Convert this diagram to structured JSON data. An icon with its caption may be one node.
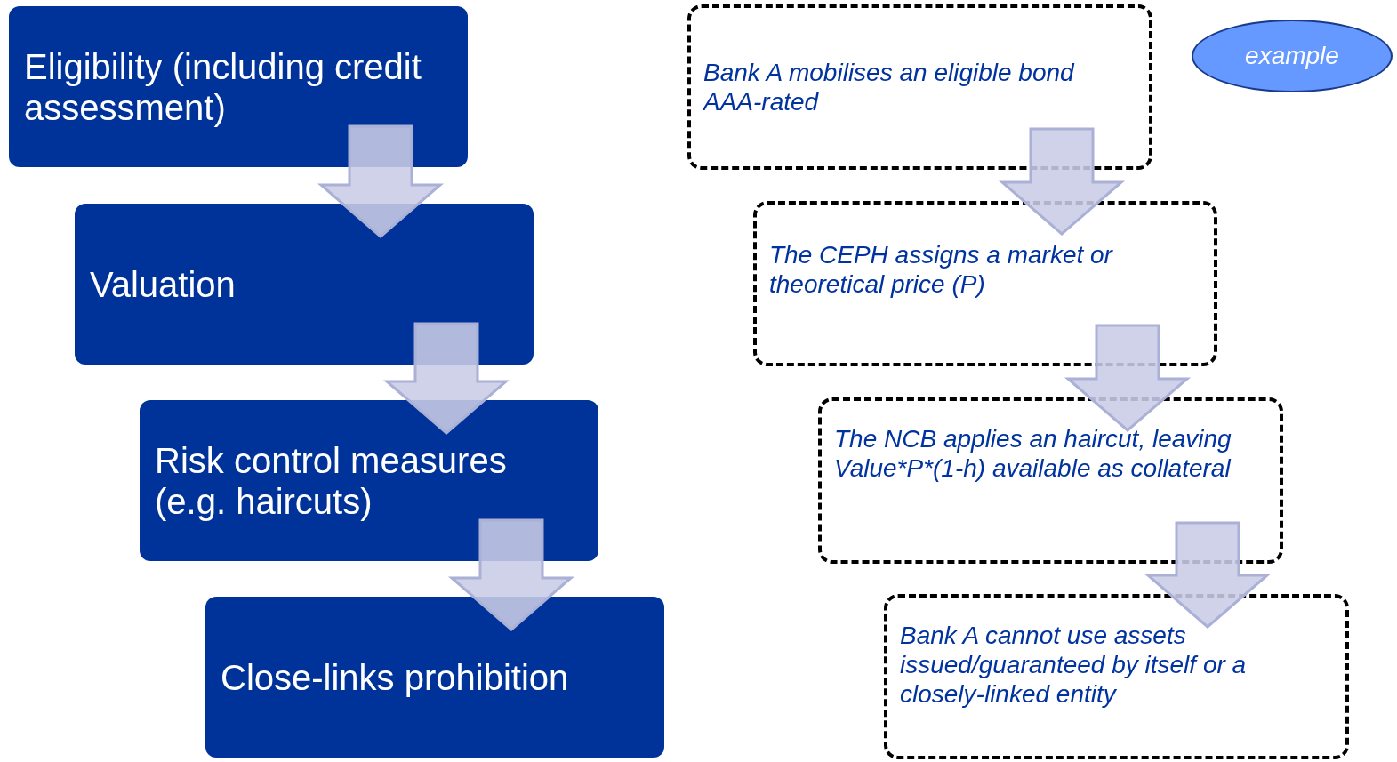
{
  "diagram": {
    "nodes": [
      {
        "text": [
          "Eligibility (including credit assessment)"
        ]
      },
      {
        "text": [
          "Valuation"
        ]
      },
      {
        "text": [
          "Risk control measures (e.g. haircuts)"
        ]
      },
      {
        "text": [
          "Close-links prohibition"
        ]
      },
      {
        "text": [
          "Bank A mobilises an eligible bond AAA-rated"
        ]
      },
      {
        "text": [
          "The CEPH assigns a market or theoretical price (P)"
        ]
      },
      {
        "text": [
          "The NCB applies an haircut, leaving Value*P*(1-h) available as collateral"
        ]
      },
      {
        "text": [
          "Bank A cannot use assets issued/guaranteed by itself or a closely-linked entity"
        ]
      },
      {
        "text": [
          "example"
        ]
      }
    ],
    "edges": [
      {
        "from": 0,
        "to": 1,
        "arrow": "to"
      },
      {
        "from": 1,
        "to": 2,
        "arrow": "to"
      },
      {
        "from": 2,
        "to": 3,
        "arrow": "to"
      },
      {
        "from": 4,
        "to": 5,
        "arrow": "to"
      },
      {
        "from": 5,
        "to": 6,
        "arrow": "to"
      },
      {
        "from": 6,
        "to": 7,
        "arrow": "to"
      }
    ]
  }
}
